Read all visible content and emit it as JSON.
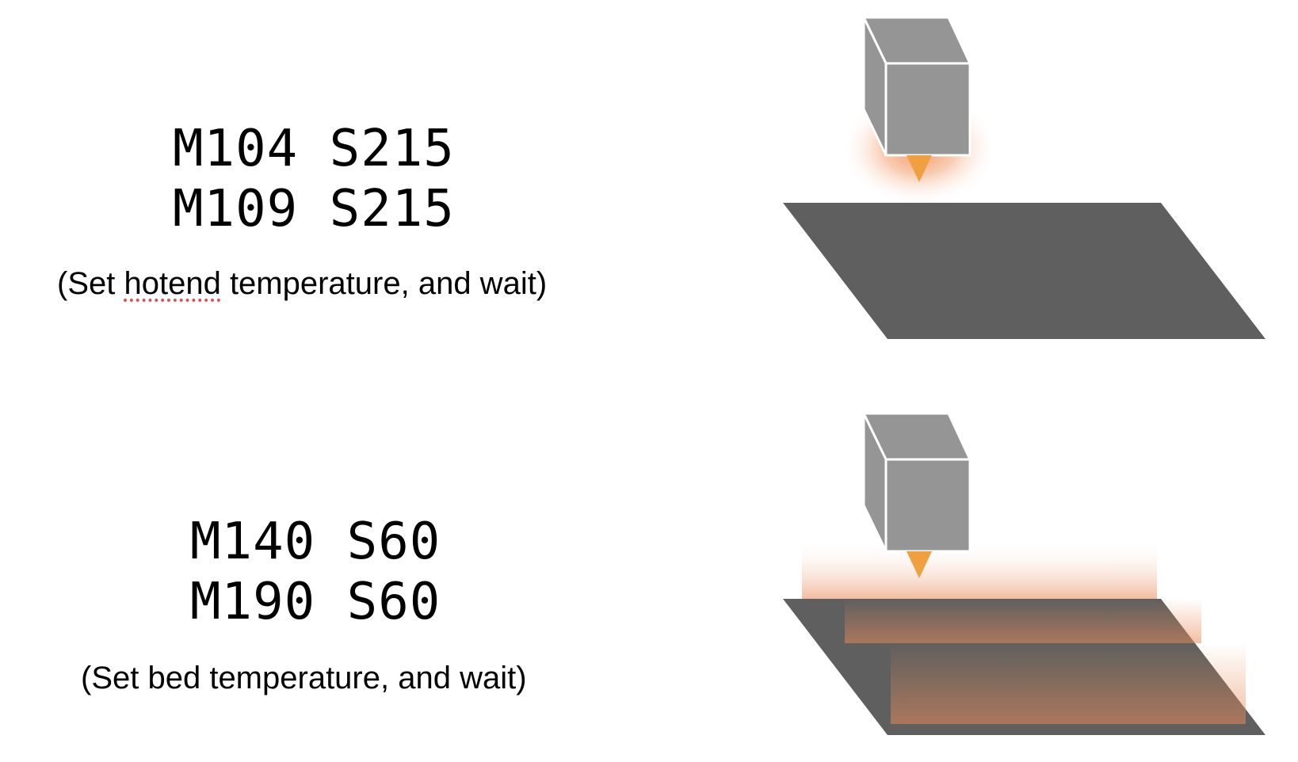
{
  "hotend": {
    "commands": [
      "M104 S215",
      "M109 S215"
    ],
    "caption_prefix": "(Set ",
    "caption_highlight": "hotend",
    "caption_suffix": " temperature, and wait)"
  },
  "bed": {
    "commands": [
      "M140 S60",
      "M190 S60"
    ],
    "caption": "(Set bed temperature, and wait)"
  },
  "colors": {
    "hotend_body": "#959595",
    "hotend_edge": "#ffffff",
    "nozzle": "#f0a040",
    "heat_glow": "#f0a080",
    "bed_plate": "#5f5f5f",
    "bed_heat": "#e98b5a"
  },
  "icons": [
    "hotend-cube-icon",
    "nozzle-icon",
    "heat-glow-icon",
    "print-bed-icon"
  ]
}
